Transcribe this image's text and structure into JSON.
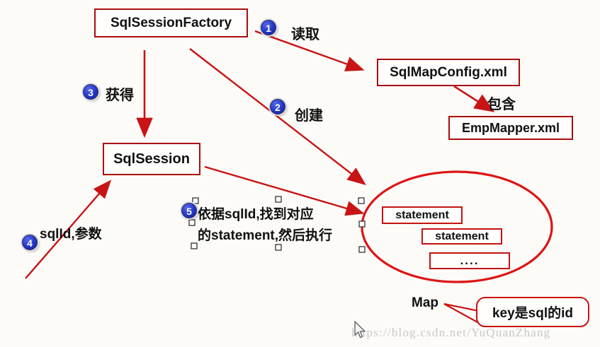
{
  "diagram": {
    "nodes": {
      "factory": "SqlSessionFactory",
      "map_config": "SqlMapConfig.xml",
      "emp_mapper": "EmpMapper.xml",
      "session": "SqlSession",
      "statement1": "statement",
      "statement2": "statement",
      "more_dots": "....",
      "map": "Map",
      "callout": "key是sql的id"
    },
    "steps": [
      {
        "num": "1",
        "label": "读取"
      },
      {
        "num": "2",
        "label": "创建"
      },
      {
        "num": "3",
        "label": "获得"
      },
      {
        "num": "4",
        "label": "sqlId,参数"
      },
      {
        "num": "5",
        "line1": "依据sqlId,找到对应",
        "line2": "的statement,然后执行"
      }
    ],
    "edge_labels": {
      "contains": "包含"
    }
  },
  "watermark": "https://blog.csdn.net/YuQuanZhang",
  "colors": {
    "arrow": "#c81414",
    "box_border": "#a80d0d",
    "ellipse": "#dd1414",
    "badge": "#2236c8",
    "watermark_text": "#c8c8c8",
    "background": "#fcfbf8"
  }
}
